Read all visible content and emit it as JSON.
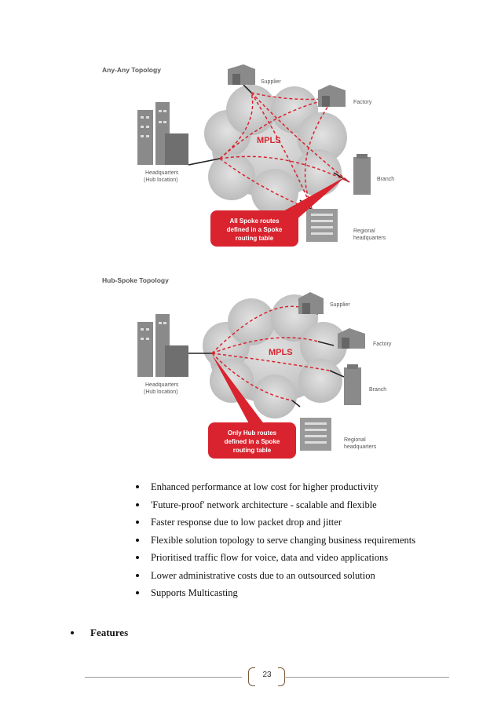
{
  "diagram1": {
    "title": "Any-Any Topology",
    "cloud_label": "MPLS",
    "nodes": {
      "supplier": "Supplier",
      "factory": "Factory",
      "branch": "Branch",
      "hq_line1": "Headquarters",
      "hq_line2": "(Hub location)",
      "regional_line1": "Regional",
      "regional_line2": "headquarters"
    },
    "callout": [
      "All Spoke routes",
      "defined in a Spoke",
      "routing table"
    ]
  },
  "diagram2": {
    "title": "Hub-Spoke Topology",
    "cloud_label": "MPLS",
    "nodes": {
      "supplier": "Supplier",
      "factory": "Factory",
      "branch": "Branch",
      "hq_line1": "Headquarters",
      "hq_line2": "(Hub location)",
      "regional_line1": "Regional",
      "regional_line2": "headquarters"
    },
    "callout": [
      "Only Hub routes",
      "defined in a Spoke",
      "routing table"
    ]
  },
  "bullets": [
    "Enhanced  performance  at low cost for higher  productivity",
    "'Future-proof'  network architecture   - scalable and flexible",
    "Faster response  due to low packet drop and jitter",
    "Flexible  solution  topology to serve changing  business  requirements",
    "Prioritised  traffic  flow for voice, data and video applications",
    "Lower administrative  costs due to an outsourced solution",
    "Supports  Multicasting"
  ],
  "features_label": "Features",
  "page_number": "23",
  "colors": {
    "accent_red": "#d9232e",
    "cloud": "#c8c8c8",
    "building": "#8a8a8a"
  }
}
